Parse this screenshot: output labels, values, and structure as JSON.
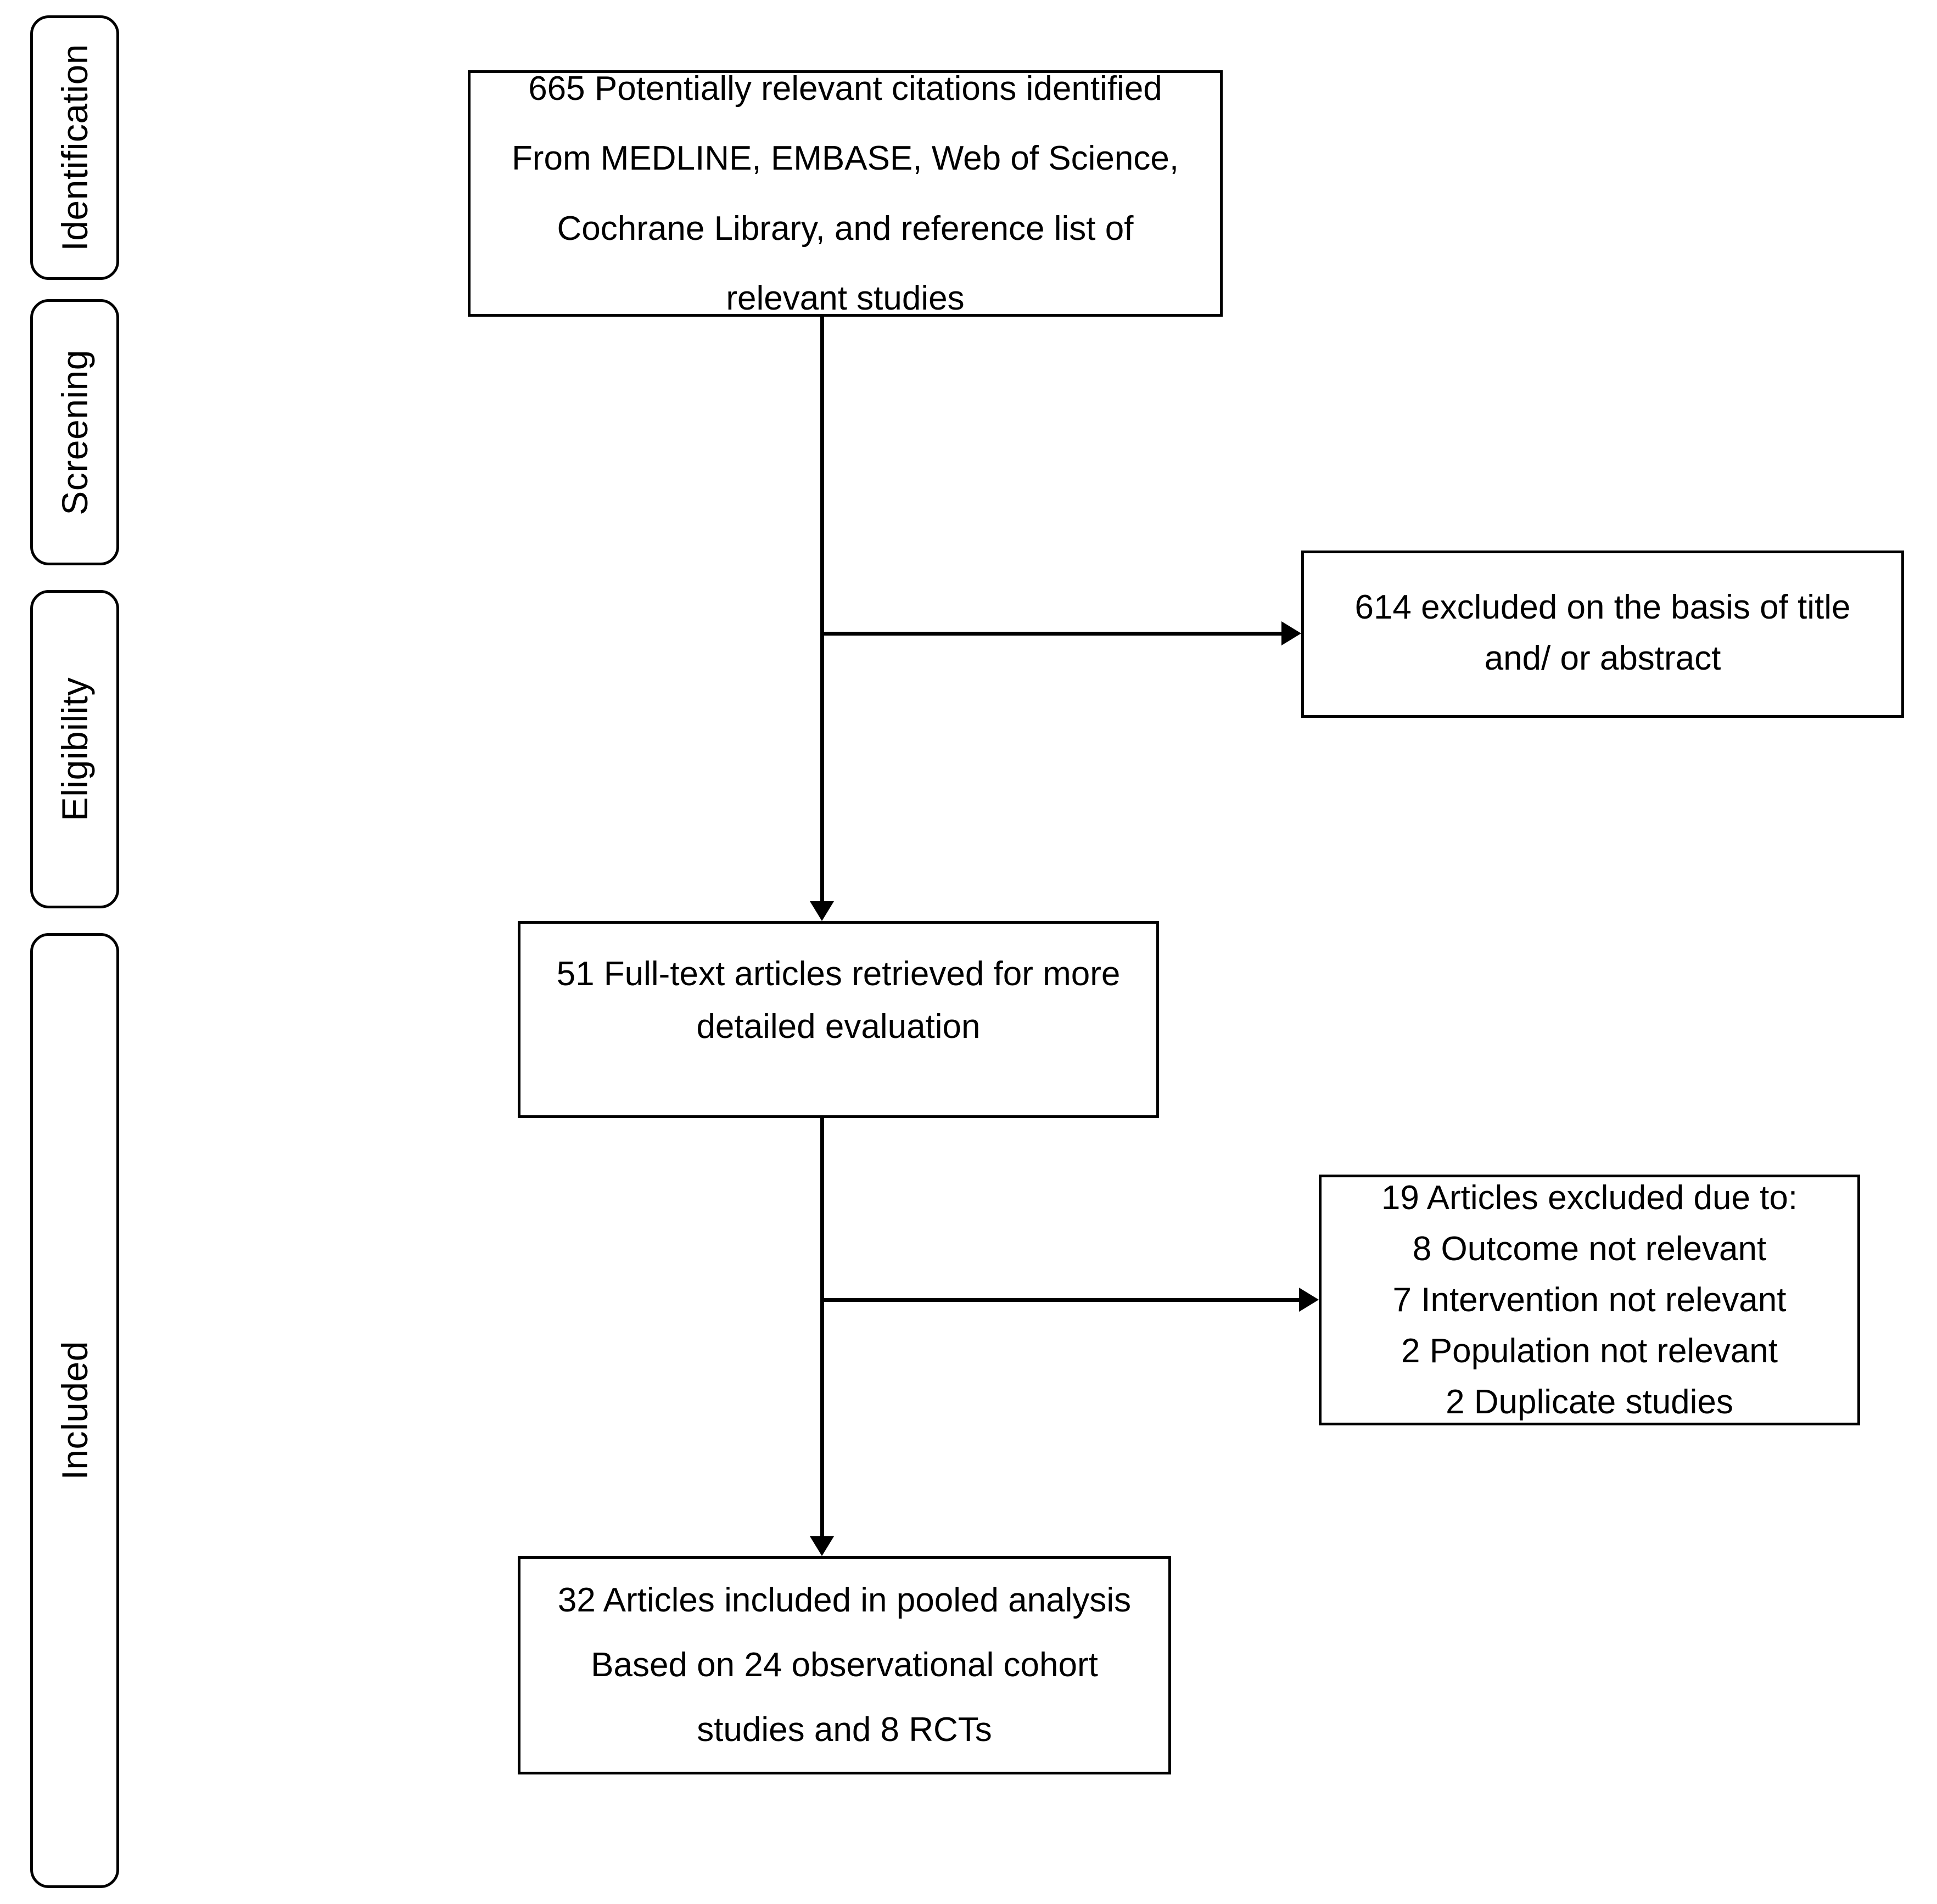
{
  "diagram": {
    "title": "PRISMA study selection flow diagram",
    "stages": [
      {
        "id": "identification",
        "label": "Identification"
      },
      {
        "id": "screening",
        "label": "Screening"
      },
      {
        "id": "eligibility",
        "label": "Eligibility"
      },
      {
        "id": "included",
        "label": "Included"
      }
    ],
    "boxes": {
      "lead": {
        "id": "records-identified",
        "lines": [
          "665 Potentially relevant citations identified",
          "From MEDLINE, EMBASE, Web of Science,",
          "Cochrane Library, and reference list of",
          "relevant studies"
        ]
      },
      "excluded_screening": {
        "id": "excluded-title-abstract",
        "lines": [
          "614 excluded on the basis of title",
          "and/ or abstract"
        ]
      },
      "retrieved": {
        "id": "full-text-retrieved",
        "lines": [
          "51 Full-text articles retrieved for more",
          "detailed evaluation"
        ]
      },
      "excluded_eligibility": {
        "id": "articles-excluded-reasons",
        "lines": [
          "19 Articles excluded due to:",
          "8 Outcome not relevant",
          "7 Intervention not relevant",
          "2 Population not relevant",
          "2 Duplicate studies"
        ]
      },
      "included": {
        "id": "articles-included",
        "lines": [
          "32 Articles included in pooled analysis",
          "Based on 24 observational cohort",
          "studies and 8 RCTs"
        ]
      }
    },
    "counts": {
      "identified": 665,
      "excluded_title_abstract": 614,
      "full_text_retrieved": 51,
      "excluded_total": 19,
      "excluded_outcome": 8,
      "excluded_intervention": 7,
      "excluded_population": 2,
      "excluded_duplicate": 2,
      "included_total": 32,
      "included_cohort": 24,
      "included_rct": 8
    },
    "colors": {
      "stroke": "#000000",
      "fill": "#ffffff",
      "text": "#000000"
    }
  }
}
